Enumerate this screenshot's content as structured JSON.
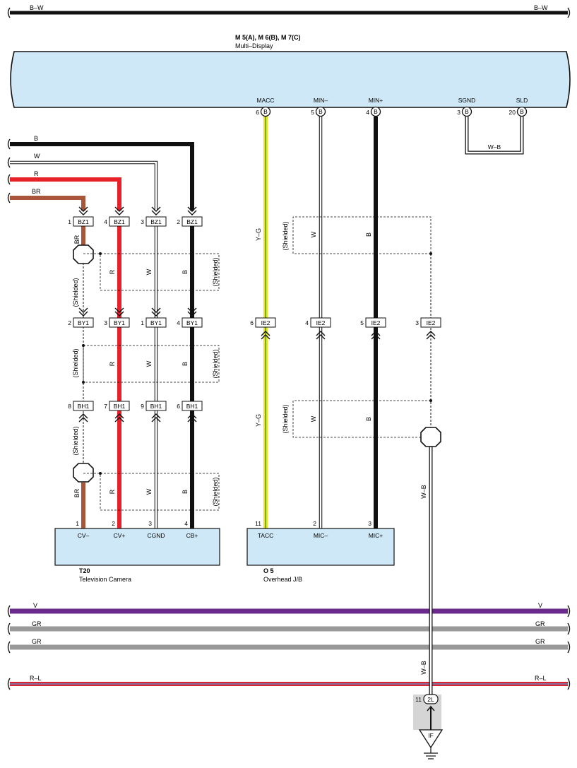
{
  "top_bus": {
    "left_label": "B–W",
    "right_label": "B–W"
  },
  "multi_display": {
    "code": "M 5(A), M 6(B), M 7(C)",
    "name": "Multi–Display",
    "pins": [
      {
        "name": "MACC",
        "num": "6",
        "conn": "B"
      },
      {
        "name": "MIN–",
        "num": "5",
        "conn": "B"
      },
      {
        "name": "MIN+",
        "num": "4",
        "conn": "B"
      },
      {
        "name": "SGND",
        "num": "3",
        "conn": "B"
      },
      {
        "name": "SLD",
        "num": "20",
        "conn": "B"
      }
    ],
    "shield_wire": "W–B"
  },
  "left_wires": {
    "b": "B",
    "w": "W",
    "r": "R",
    "br": "BR"
  },
  "connectors": {
    "bz1": [
      {
        "pin": "1",
        "name": "BZ1"
      },
      {
        "pin": "4",
        "name": "BZ1"
      },
      {
        "pin": "3",
        "name": "BZ1"
      },
      {
        "pin": "2",
        "name": "BZ1"
      }
    ],
    "by1": [
      {
        "pin": "2",
        "name": "BY1"
      },
      {
        "pin": "3",
        "name": "BY1"
      },
      {
        "pin": "1",
        "name": "BY1"
      },
      {
        "pin": "4",
        "name": "BY1"
      }
    ],
    "bh1": [
      {
        "pin": "8",
        "name": "BH1"
      },
      {
        "pin": "7",
        "name": "BH1"
      },
      {
        "pin": "9",
        "name": "BH1"
      },
      {
        "pin": "6",
        "name": "BH1"
      }
    ],
    "ie2": [
      {
        "pin": "6",
        "name": "IE2"
      },
      {
        "pin": "4",
        "name": "IE2"
      },
      {
        "pin": "5",
        "name": "IE2"
      },
      {
        "pin": "3",
        "name": "IE2"
      }
    ]
  },
  "wire_labels": {
    "br": "BR",
    "r": "R",
    "w": "W",
    "b": "B",
    "yg": "Y–G",
    "wb": "W–B",
    "shielded": "(Shielded)"
  },
  "camera": {
    "code": "T20",
    "name": "Television Camera",
    "pins": [
      {
        "num": "1",
        "name": "CV–"
      },
      {
        "num": "2",
        "name": "CV+"
      },
      {
        "num": "3",
        "name": "CGND"
      },
      {
        "num": "4",
        "name": "CB+"
      }
    ]
  },
  "overhead": {
    "code": "O 5",
    "name": "Overhead J/B",
    "pins": [
      {
        "num": "11",
        "name": "TACC"
      },
      {
        "num": "2",
        "name": "MIC–"
      },
      {
        "num": "3",
        "name": "MIC+"
      }
    ]
  },
  "buses": [
    {
      "label": "V",
      "color": "#6a2a8c"
    },
    {
      "label": "GR",
      "color": "#999999"
    },
    {
      "label": "GR",
      "color": "#999999"
    },
    {
      "label": "R–L",
      "color": "#d9232e"
    }
  ],
  "ground": {
    "pin": "11",
    "conn": "2L",
    "point": "IF"
  },
  "colors": {
    "display_fill": "#cfe8f7",
    "red": "#e8202a",
    "brown": "#a9553a",
    "yellow": "#f2e40f",
    "green": "#3a9a3a"
  }
}
